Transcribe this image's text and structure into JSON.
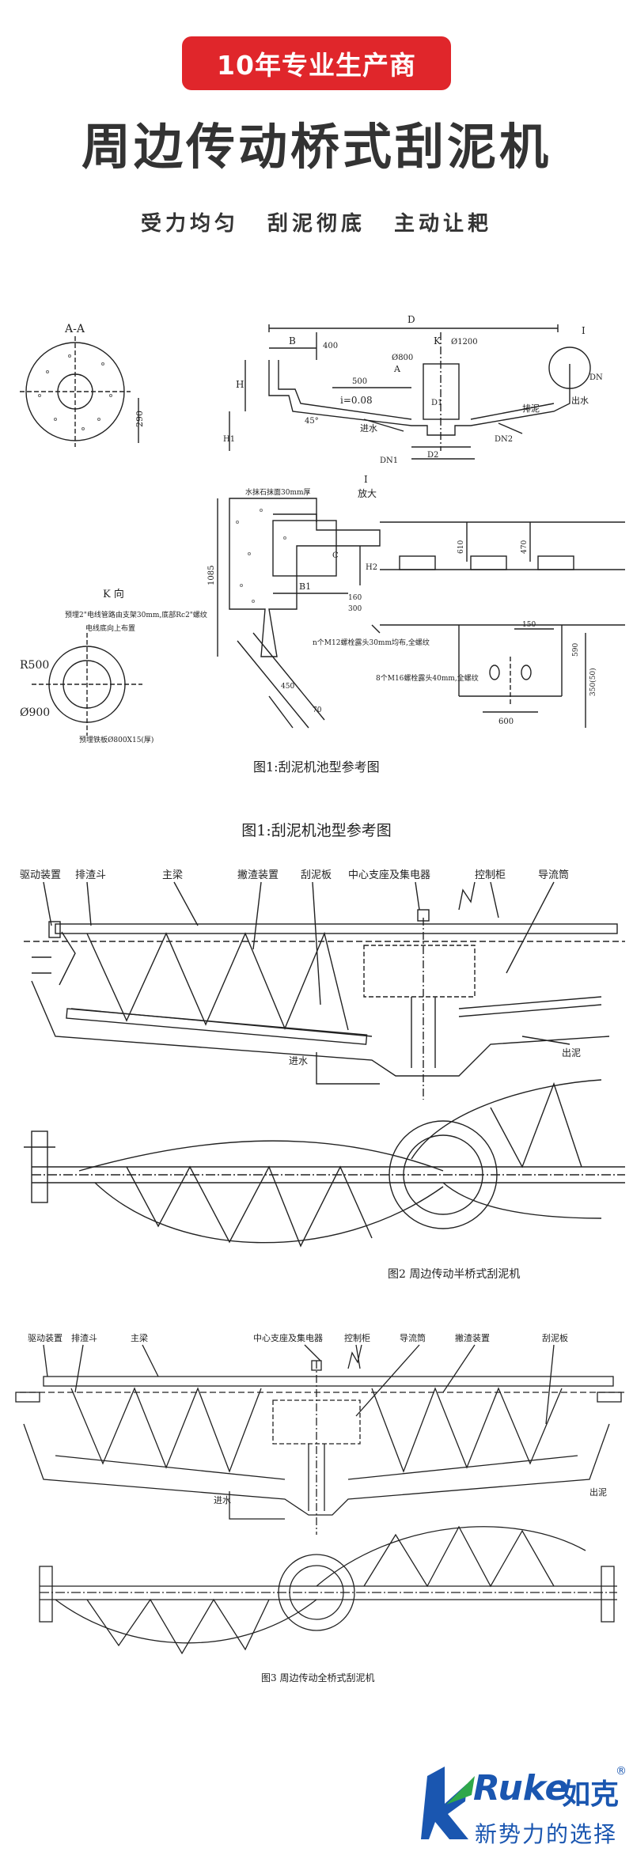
{
  "header": {
    "badge": "10年专业生产商",
    "title": "周边传动桥式刮泥机",
    "subtitle": "受力均匀  刮泥彻底  主动让耙"
  },
  "fig1": {
    "section_aa": "A-A",
    "dim_290": "290",
    "dim_D": "D",
    "dim_B": "B",
    "dim_K": "K",
    "dim_I": "I",
    "dim_H": "H",
    "dim_400": "400",
    "dim_800": "Ø800",
    "dim_1200": "Ø1200",
    "dim_500": "500",
    "slope": "i=0.08",
    "dim_D1": "D1",
    "dim_D2": "D2",
    "dim_H1": "H1",
    "dim_DN1": "DN1",
    "dim_DN2": "DN2",
    "dim_DN": "DN",
    "dim_45": "45°",
    "label_inlet": "进水",
    "label_outlet": "排泥",
    "label_drain": "出水",
    "label_A": "A",
    "k_view": "K 向",
    "k_note1": "预埋2\"电线管路由支架30mm,底部Rc2\"螺纹",
    "k_note2": "电线底向上布置",
    "r500": "R500",
    "d900": "Ø900",
    "k_note3": "预埋铁板Ø800X15(厚)",
    "wall_note": "水抹石抹面30mm厚",
    "dim_1085": "1085",
    "dim_B1": "B1",
    "dim_C": "C",
    "dim_H2": "H2",
    "dim_160": "160",
    "dim_300": "300",
    "dim_450": "450",
    "dim_70": "70",
    "detail_title": "I",
    "detail_sub": "放大",
    "dim_610": "610",
    "dim_470": "470",
    "dim_150": "150",
    "dim_590": "590",
    "dim_600": "600",
    "dim_350": "350(50)",
    "bolt_note1": "n个M12螺栓露头30mm均布,全螺纹",
    "bolt_note2": "8个M16螺栓露头40mm,全螺纹",
    "caption_inner": "图1:刮泥机池型参考图",
    "caption_outer": "图1:刮泥机池型参考图"
  },
  "fig2": {
    "labels": [
      "驱动装置",
      "排渣斗",
      "主梁",
      "撇渣装置",
      "刮泥板",
      "中心支座及集电器",
      "控制柜",
      "导流筒"
    ],
    "inlet": "进水",
    "outlet": "出泥",
    "caption": "图2 周边传动半桥式刮泥机"
  },
  "fig3": {
    "labels": [
      "驱动装置",
      "排渣斗",
      "主梁",
      "中心支座及集电器",
      "控制柜",
      "导流筒",
      "撇渣装置",
      "刮泥板"
    ],
    "inlet": "进水",
    "outlet": "出泥",
    "caption": "图3 周边传动全桥式刮泥机"
  },
  "logo": {
    "brand_en": "Ruke",
    "brand_cn": "如克",
    "reg": "®",
    "slogan": "新势力的选择"
  },
  "colors": {
    "badge_bg": "#e0262b",
    "logo_blue": "#1a56b0",
    "logo_green": "#2fa84a",
    "line": "#222222"
  }
}
